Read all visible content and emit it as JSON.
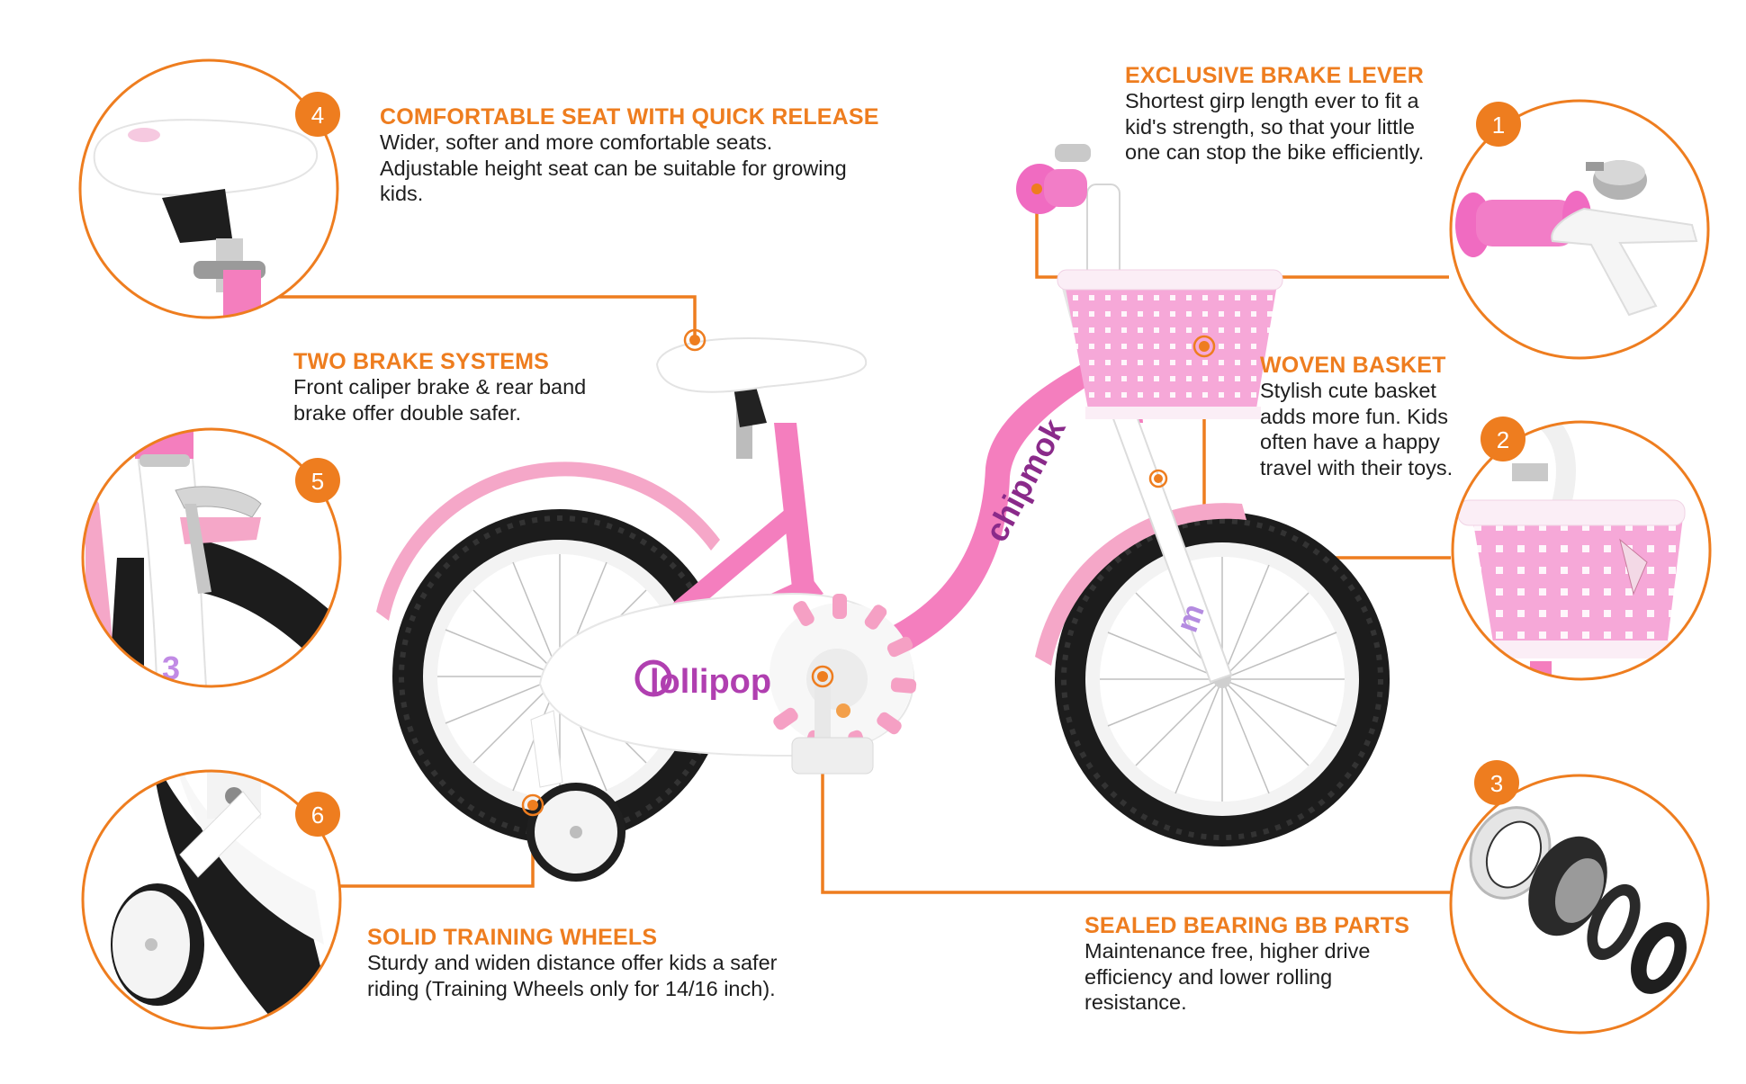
{
  "brand_colors": {
    "accent": "#EE7D1F",
    "frame_pink": "#F47EBE",
    "fender_pink": "#F5A7C8",
    "tire": "#1c1c1c",
    "text": "#1e1e1e"
  },
  "bike": {
    "frame_logo": "chipmok",
    "chainguard_logo": "lollipop",
    "fork_logo": "m"
  },
  "features": [
    {
      "number": "1",
      "title": "EXCLUSIVE BRAKE LEVER",
      "description": "Shortest girp length ever to fit a\nkid's strength, so that your little\none can stop the bike efficiently.",
      "icon": "brake-lever-grip"
    },
    {
      "number": "2",
      "title": "WOVEN BASKET",
      "description": "Stylish cute basket\nadds more fun. Kids\noften have a happy\ntravel with their toys.",
      "icon": "woven-basket"
    },
    {
      "number": "3",
      "title": "SEALED BEARING BB PARTS",
      "description": "Maintenance free, higher drive\nefficiency and lower rolling\nresistance.",
      "icon": "bearing-parts"
    },
    {
      "number": "4",
      "title": "COMFORTABLE SEAT WITH QUICK RELEASE",
      "description": "Wider, softer and more comfortable seats.\nAdjustable height seat can be suitable for growing\nkids.",
      "icon": "saddle"
    },
    {
      "number": "5",
      "title": "TWO BRAKE SYSTEMS",
      "description": "Front caliper brake & rear band\nbrake offer double safer.",
      "icon": "caliper-brake"
    },
    {
      "number": "6",
      "title": "SOLID TRAINING WHEELS",
      "description": "Sturdy and widen distance offer kids a safer\nriding (Training Wheels only for 14/16 inch).",
      "icon": "training-wheel"
    }
  ]
}
